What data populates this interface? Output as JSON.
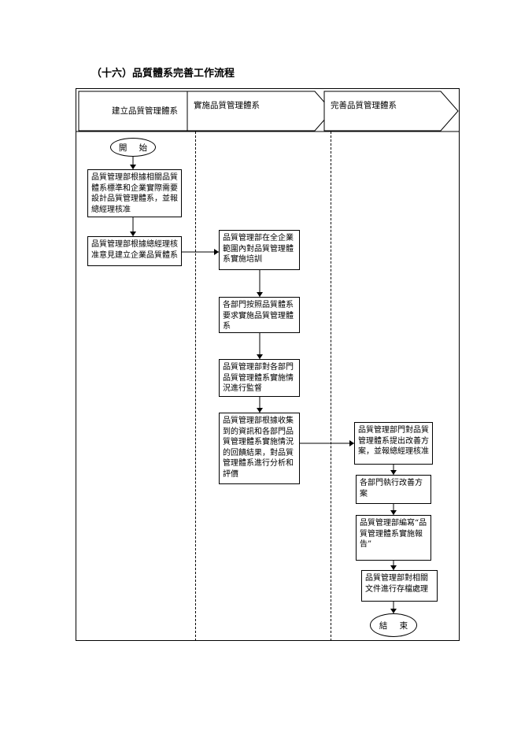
{
  "title": "（十六）品質體系完善工作流程",
  "phases": [
    {
      "label": "建立品質管理體系"
    },
    {
      "label": "實施品質管理體系"
    },
    {
      "label": "完善品質管理體系"
    }
  ],
  "nodes": {
    "start": "開 始",
    "step1": "品質管理部根據相關品質體系標準和企業實際需要設計品質管理體系，並報總經理核准",
    "step2": "品質管理部根據總經理核准意見建立企業品質體系",
    "step3": "品質管理部在全企業範圍內對品質管理體系實施培訓",
    "step4": "各部門按照品質體系要求實施品質管理體系",
    "step5": "品質管理部對各部門品質管理體系實施情況進行監督",
    "step6": "品質管理部根據收集到的資訊和各部門品質管理體系實施情況的回饋結果，對品質管理體系進行分析和評價",
    "step7": "品質管理部門對品質管理體系提出改善方案，並報總經理核准",
    "step8": "各部門執行改善方案",
    "step9": "品質管理部編寫“品質管理體系實施報告”",
    "step10": "品質管理部對相關文件進行存檔處理",
    "end": "結 束"
  }
}
